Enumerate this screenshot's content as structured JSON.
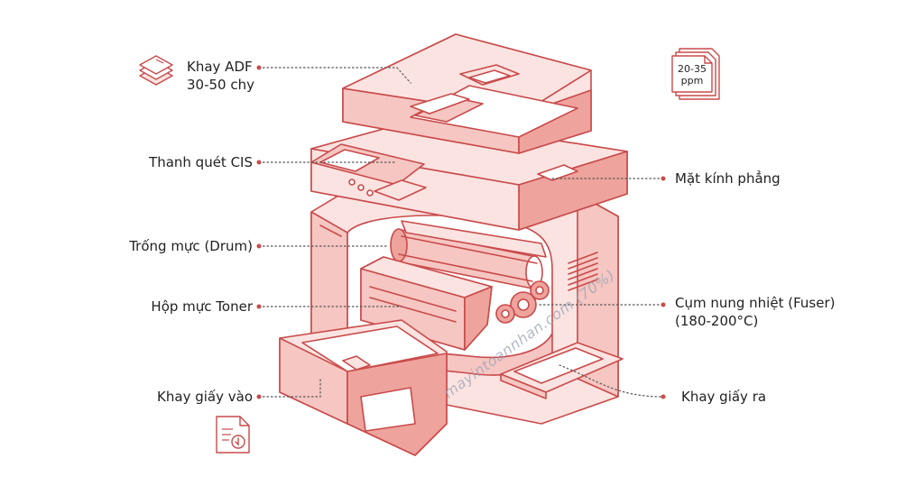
{
  "labels": {
    "adf_line1": "Khay ADF",
    "adf_line2": "30-50 chy",
    "cis": "Thanh quét CIS",
    "drum": "Trống mực (Drum)",
    "toner": "Hộp mực Toner",
    "tray_in": "Khay giấy vào",
    "glass": "Mặt kính phẳng",
    "fuser_line1": "Cụm nung nhiệt (Fuser)",
    "fuser_line2": "(180-200°C)",
    "tray_out": "Khay giấy ra"
  },
  "speed_badge": {
    "line1": "20-35",
    "line2": "ppm"
  },
  "watermark": "mayintoannhan.com (70%)",
  "icons": [
    "paper-stack-icon",
    "document-pages-icon",
    "document-download-icon"
  ],
  "colors": {
    "outline": "#c94a4a",
    "fill_light": "#fbe3e1",
    "fill_mid": "#f6c6c2",
    "fill_dark": "#eea39d",
    "text": "#222222",
    "leader": "#555555"
  }
}
